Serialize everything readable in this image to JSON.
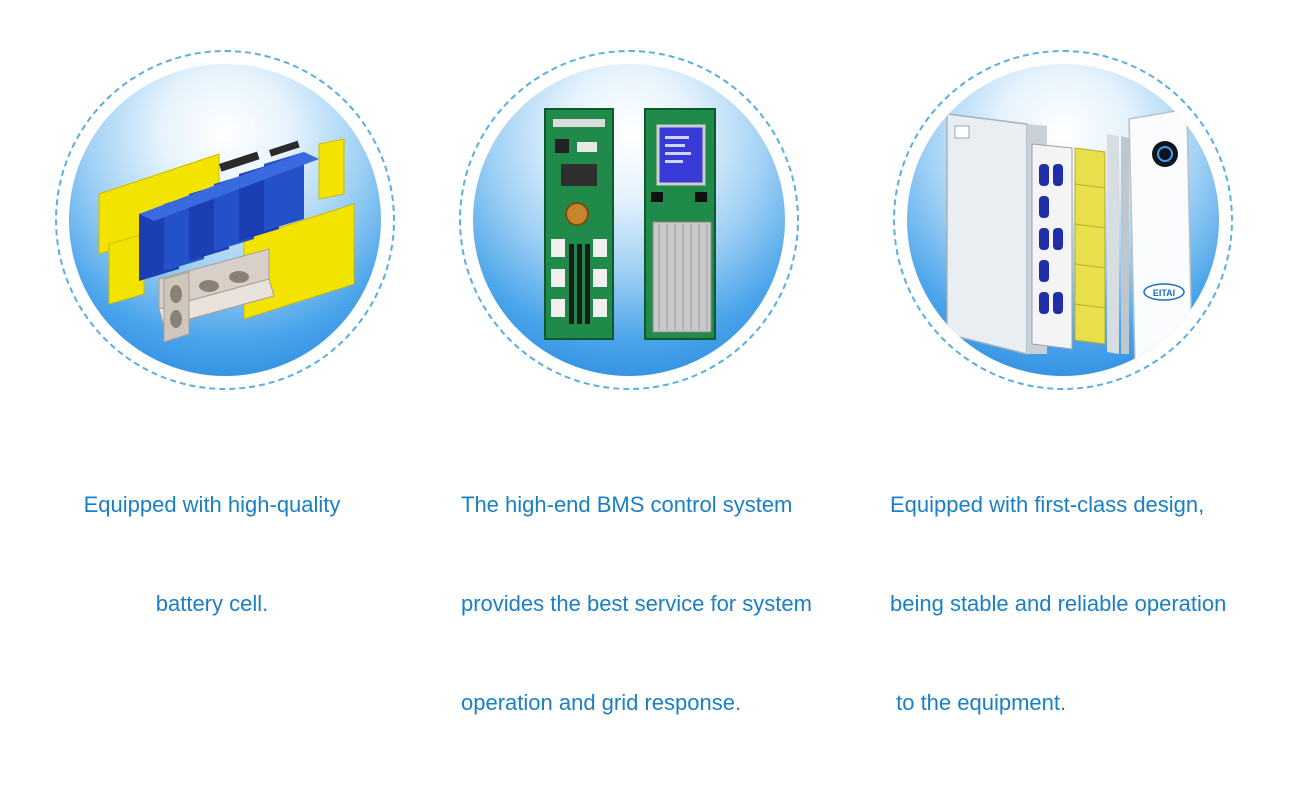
{
  "features": [
    {
      "illustration": "battery-cell-module",
      "caption_lines": [
        "Equipped with high-quality",
        "battery cell."
      ]
    },
    {
      "illustration": "bms-circuit-boards",
      "caption_lines": [
        "The high-end BMS control system",
        "provides the best service for system",
        "operation and grid response."
      ]
    },
    {
      "illustration": "battery-enclosure-exploded",
      "logo_text": "EITAI",
      "caption_lines": [
        "Equipped with first-class design,",
        "being stable and reliable operation",
        " to the equipment."
      ]
    }
  ],
  "colors": {
    "caption_text": "#1a7fc4",
    "ring_dash": "#5aaee0",
    "disc_outer": "#1c7fdc"
  }
}
